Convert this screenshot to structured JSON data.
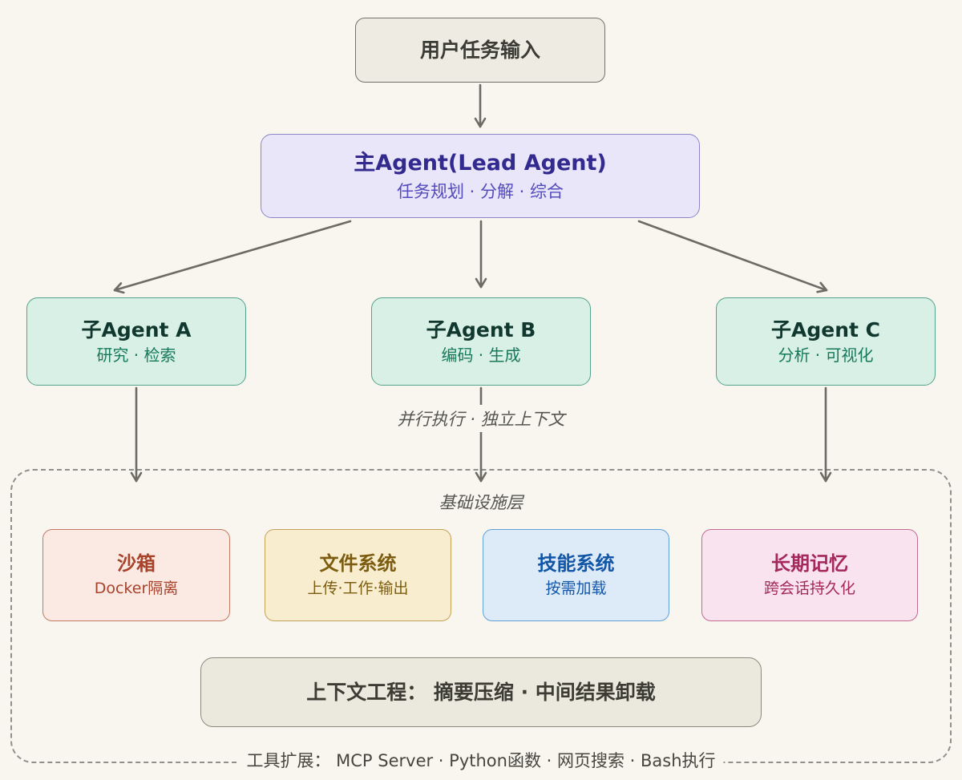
{
  "diagram": {
    "user_input": {
      "title": "用户任务输入"
    },
    "lead_agent": {
      "title": "主Agent(Lead Agent)",
      "subtitle": "任务规划 · 分解 · 综合"
    },
    "sub_agents": [
      {
        "title": "子Agent A",
        "subtitle": "研究 · 检索"
      },
      {
        "title": "子Agent B",
        "subtitle": "编码 · 生成"
      },
      {
        "title": "子Agent C",
        "subtitle": "分析 · 可视化"
      }
    ],
    "parallel_note": "并行执行 · 独立上下文",
    "infrastructure": {
      "label": "基础设施层",
      "components": [
        {
          "title": "沙箱",
          "subtitle": "Docker隔离"
        },
        {
          "title": "文件系统",
          "subtitle": "上传·工作·输出"
        },
        {
          "title": "技能系统",
          "subtitle": "按需加载"
        },
        {
          "title": "长期记忆",
          "subtitle": "跨会话持久化"
        }
      ],
      "context_engineering": "上下文工程： 摘要压缩 · 中间结果卸载",
      "tools_note": "工具扩展： MCP Server · Python函数 · 网页搜索 · Bash执行"
    }
  },
  "palette": {
    "background": "#f8f6ef",
    "neutral_box_fill": "#eeebe2",
    "neutral_box_border": "#72726b",
    "lead_fill": "#e9e6fa",
    "lead_border": "#8d85c8",
    "lead_text": "#322a8e",
    "sub_fill": "#d9f0e6",
    "sub_border": "#55a38c",
    "sub_text": "#17795c",
    "sandbox_fill": "#faeae3",
    "sandbox_text": "#a8422a",
    "filesystem_fill": "#f8eecf",
    "filesystem_text": "#7c5c10",
    "skills_fill": "#ddeaf8",
    "skills_text": "#1256a8",
    "memory_fill": "#f9e3ee",
    "memory_text": "#a5285c",
    "arrow": "#6c6c65",
    "dashed_border": "#90908a"
  }
}
